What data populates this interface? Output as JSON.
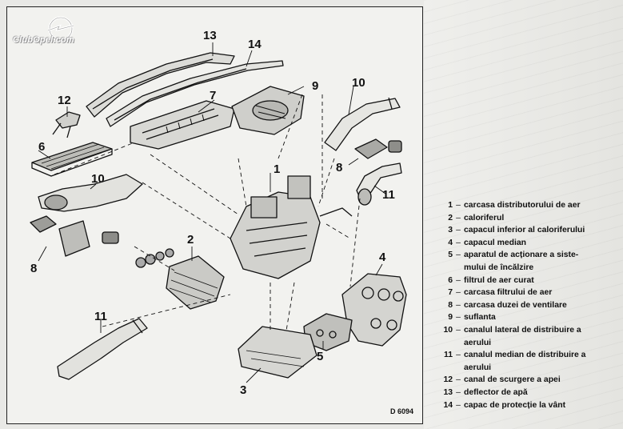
{
  "logo": {
    "text": "ClubOpel.com",
    "icon": "opel-blitz-logo"
  },
  "diagram": {
    "drawing_code": "D 6094",
    "callouts": [
      "1",
      "2",
      "3",
      "4",
      "5",
      "6",
      "7",
      "8",
      "8",
      "9",
      "10",
      "10",
      "11",
      "11",
      "12",
      "13",
      "14"
    ]
  },
  "legend": {
    "items": [
      {
        "n": "1",
        "text": "carcasa distributorului de aer"
      },
      {
        "n": "2",
        "text": "caloriferul"
      },
      {
        "n": "3",
        "text": "capacul inferior al caloriferului"
      },
      {
        "n": "4",
        "text": "capacul median"
      },
      {
        "n": "5",
        "text": "aparatul de acționare a siste-\nmului de încălzire"
      },
      {
        "n": "6",
        "text": "filtrul de aer curat"
      },
      {
        "n": "7",
        "text": "carcasa filtrului de aer"
      },
      {
        "n": "8",
        "text": "carcasa duzei de ventilare"
      },
      {
        "n": "9",
        "text": "suflanta"
      },
      {
        "n": "10",
        "text": "canalul lateral de distribuire a\naerului"
      },
      {
        "n": "11",
        "text": "canalul median de distribuire a\naerului"
      },
      {
        "n": "12",
        "text": "canal de scurgere a apei"
      },
      {
        "n": "13",
        "text": "deflector de apă"
      },
      {
        "n": "14",
        "text": "capac de protecție la vânt"
      }
    ]
  }
}
